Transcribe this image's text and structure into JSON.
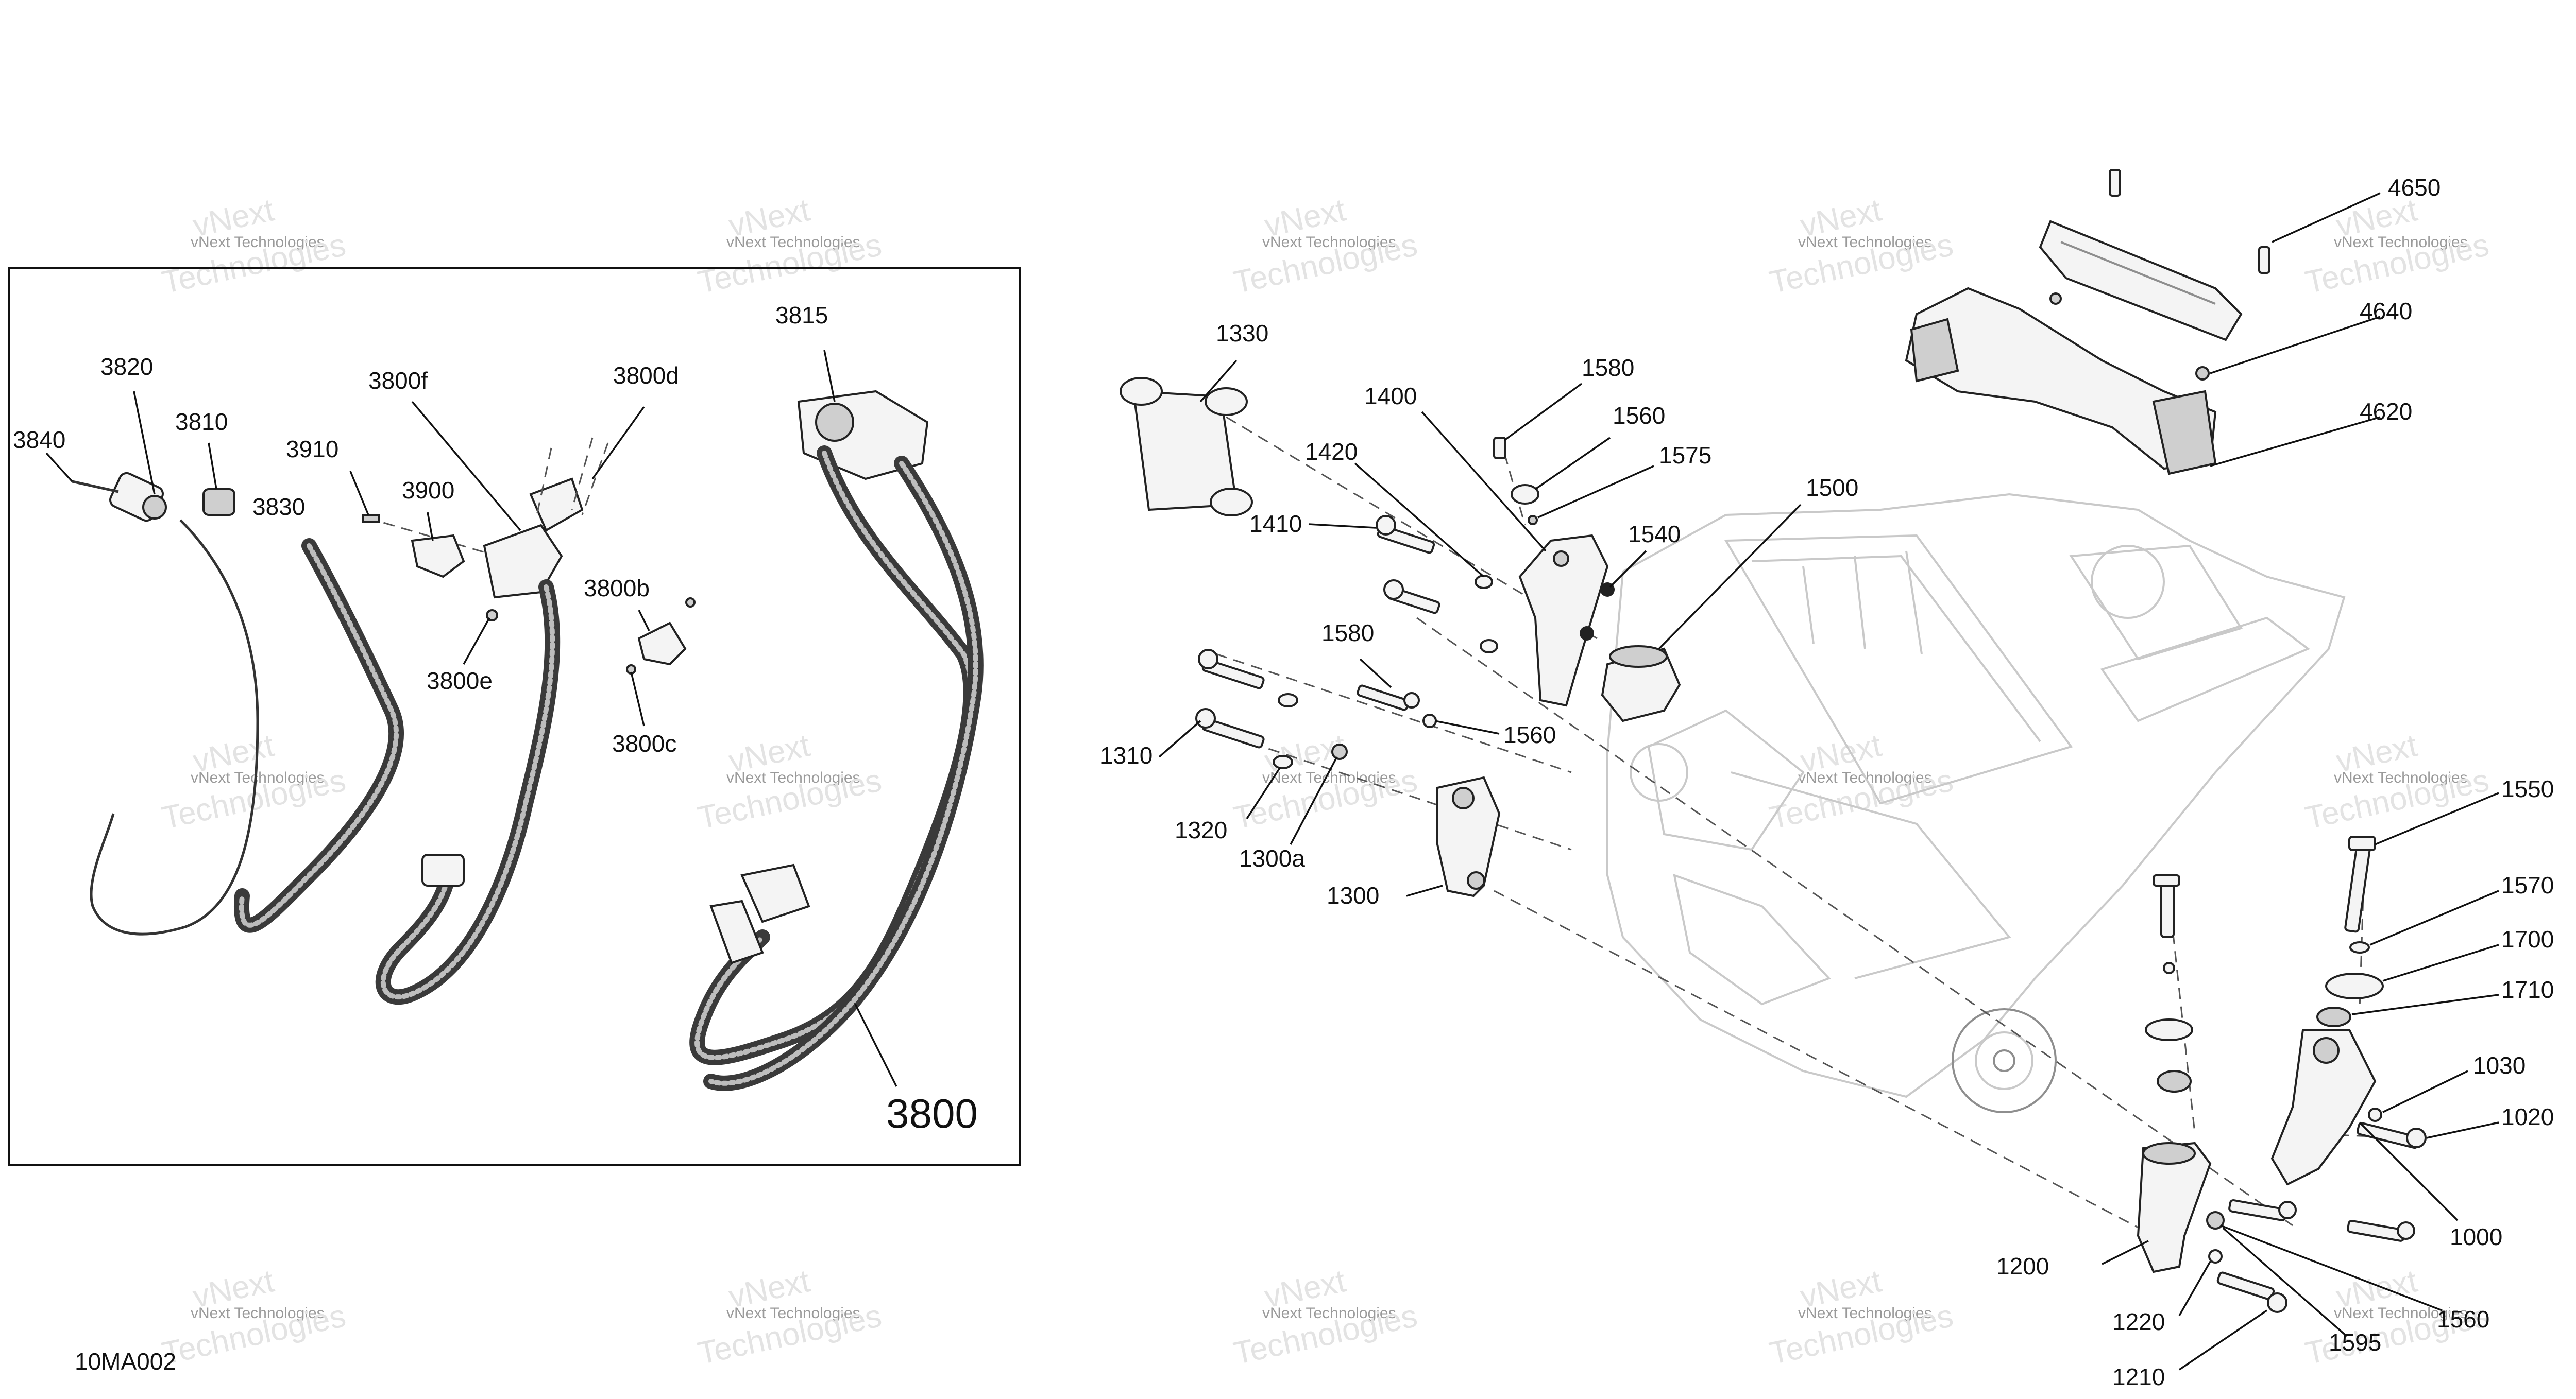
{
  "diagram_code": "10MA002",
  "watermark": {
    "line1": "vNext Technologies",
    "line2": "vNext",
    "line3": "Technologies"
  },
  "callouts": {
    "c3840": "3840",
    "c3820": "3820",
    "c3810": "3810",
    "c3910": "3910",
    "c3830": "3830",
    "c3900": "3900",
    "c3800f": "3800f",
    "c3800d": "3800d",
    "c3815": "3815",
    "c3800b": "3800b",
    "c3800e": "3800e",
    "c3800c": "3800c",
    "c3800": "3800",
    "c1330": "1330",
    "c1400": "1400",
    "c1420": "1420",
    "c1580a": "1580",
    "c1560a": "1560",
    "c1575": "1575",
    "c1410": "1410",
    "c1540": "1540",
    "c1500": "1500",
    "c1580b": "1580",
    "c1560b": "1560",
    "c1310": "1310",
    "c1320": "1320",
    "c1300a": "1300a",
    "c1300": "1300",
    "c4650": "4650",
    "c4640": "4640",
    "c4620": "4620",
    "c1550": "1550",
    "c1570": "1570",
    "c1700": "1700",
    "c1710": "1710",
    "c1030": "1030",
    "c1020": "1020",
    "c1000": "1000",
    "c1200": "1200",
    "c1560c": "1560",
    "c1220": "1220",
    "c1595": "1595",
    "c1210": "1210"
  }
}
